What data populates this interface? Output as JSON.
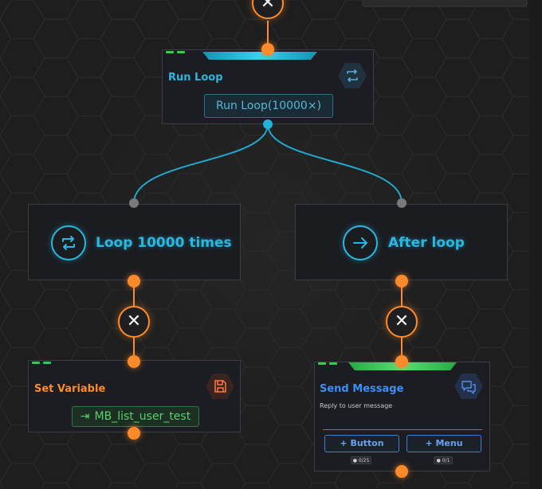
{
  "colors": {
    "background": "#1e1e1e",
    "cyan": "#2bb7df",
    "orange": "#ff8a2a",
    "green": "#2fcf4f",
    "blue": "#3b7fd8"
  },
  "nodes": {
    "run_loop": {
      "title": "Run Loop",
      "badge": "Run Loop(10000×)",
      "icon": "repeat-icon"
    },
    "loop_branch": {
      "label": "Loop 10000 times",
      "icon": "repeat-icon"
    },
    "after_loop": {
      "label": "After loop",
      "icon": "arrow-right-icon"
    },
    "set_variable": {
      "title": "Set Variable",
      "badge_icon": "arrow-to-right-icon",
      "badge": "MB_list_user_test",
      "icon": "save-icon"
    },
    "send_message": {
      "title": "Send Message",
      "subtitle": "Reply to user message",
      "icon": "chat-icon",
      "button_label": "+ Button",
      "menu_label": "+ Menu",
      "button_counter": "● 0/25",
      "menu_counter": "● 0/1"
    }
  },
  "controls": {
    "delete_symbol": "✕"
  }
}
